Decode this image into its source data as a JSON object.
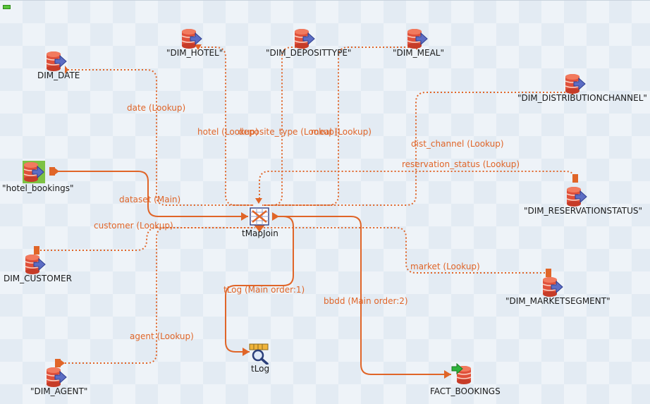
{
  "colors": {
    "link": "#e06528",
    "db_cylinder": "#e0503a",
    "db_arrow": "#5c6dc4",
    "selected_highlight": "#7dc243",
    "output_arrow": "#2fb33c"
  },
  "components": {
    "dim_hotel": {
      "name": "\"DIM_HOTEL\"",
      "icon": "database-input-icon"
    },
    "dim_deposittype": {
      "name": "\"DIM_DEPOSITTYPE\"",
      "icon": "database-input-icon"
    },
    "dim_meal": {
      "name": "\"DIM_MEAL\"",
      "icon": "database-input-icon"
    },
    "dim_date": {
      "name": "DIM_DATE",
      "icon": "database-input-icon"
    },
    "dim_distributionchannel": {
      "name": "\"DIM_DISTRIBUTIONCHANNEL\"",
      "icon": "database-input-icon"
    },
    "hotel_bookings": {
      "name": "\"hotel_bookings\"",
      "icon": "database-input-icon"
    },
    "dim_reservationstatus": {
      "name": "\"DIM_RESERVATIONSTATUS\"",
      "icon": "database-input-icon"
    },
    "tmapjoin": {
      "name": "tMapJoin",
      "icon": "tmap-icon"
    },
    "dim_customer": {
      "name": "DIM_CUSTOMER",
      "icon": "database-input-icon"
    },
    "dim_marketsegment": {
      "name": "\"DIM_MARKETSEGMENT\"",
      "icon": "database-input-icon"
    },
    "tlog": {
      "name": "tLog",
      "icon": "log-row-icon"
    },
    "dim_agent": {
      "name": "\"DIM_AGENT\"",
      "icon": "database-input-icon"
    },
    "fact_bookings": {
      "name": "FACT_BOOKINGS",
      "icon": "database-output-icon"
    }
  },
  "links": {
    "date": "date (Lookup)",
    "hotel": "hotel (Lookup)",
    "deposit_type": "deposite_type (Lookup)",
    "meal": "meal (Lookup)",
    "dist_channel": "dist_channel (Lookup)",
    "reservation_status": "reservation_status (Lookup)",
    "dataset": "dataset (Main)",
    "customer": "customer (Lookup)",
    "market": "market (Lookup)",
    "tlog": "tLog (Main order:1)",
    "bbdd": "bbdd (Main order:2)",
    "agent": "agent (Lookup)"
  }
}
